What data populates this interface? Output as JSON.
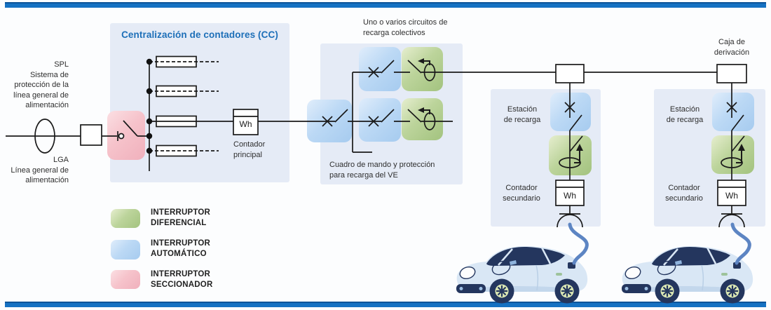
{
  "doc_type": "electrical-installation-diagram",
  "left": {
    "spl": {
      "lines": [
        "SPL",
        "Sistema de",
        "protección de la",
        "línea general de",
        "alimentación"
      ]
    },
    "lga": {
      "lines": [
        "LGA",
        "Línea general de",
        "alimentación"
      ]
    }
  },
  "cc": {
    "title": "Centralización de contadores (CC)",
    "meter_label_lines": [
      "Contador",
      "principal"
    ],
    "meter_value": "Wh"
  },
  "cuadro": {
    "top_label_lines": [
      "Uno o varios circuitos de",
      "recarga colectivos"
    ],
    "bottom_label_lines": [
      "Cuadro de mando y protección",
      "para recarga del VE"
    ]
  },
  "derivation_box": {
    "label_lines": [
      "Caja de",
      "derivación"
    ]
  },
  "stations": [
    {
      "station_label_lines": [
        "Estación",
        "de recarga"
      ],
      "meter_label_lines": [
        "Contador",
        "secundario"
      ],
      "meter_value": "Wh"
    },
    {
      "station_label_lines": [
        "Estación",
        "de recarga"
      ],
      "meter_label_lines": [
        "Contador",
        "secundario"
      ],
      "meter_value": "Wh"
    }
  ],
  "legend": {
    "items": [
      {
        "id": "interruptor-diferencial",
        "swatch_color": "#aecb8a",
        "label_lines": [
          "INTERRUPTOR",
          "DIFERENCIAL"
        ]
      },
      {
        "id": "interruptor-automatico",
        "swatch_color": "#b5d4f2",
        "label_lines": [
          "INTERRUPTOR",
          "AUTOMÁTICO"
        ]
      },
      {
        "id": "interruptor-seccionador",
        "swatch_color": "#f3b8c1",
        "label_lines": [
          "INTERRUPTOR",
          "SECCIONADOR"
        ]
      }
    ]
  },
  "colors": {
    "accent_bar": "#1571c2",
    "title_blue": "#1d6fb8",
    "panel_bg": "#e5ebf6",
    "line": "#1a1a1a",
    "cable": "#5d85c3",
    "car_body": "#d9e7f5",
    "car_dark": "#24365e",
    "wheel_hub": "#dce8b4"
  }
}
